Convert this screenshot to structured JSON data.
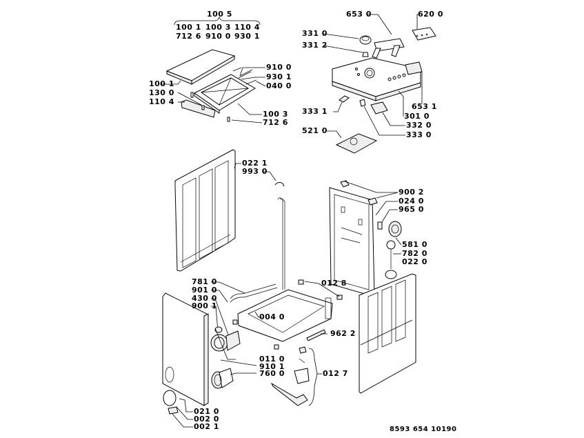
{
  "diagram": {
    "title": "Washing machine exploded parts view",
    "group_header": {
      "label": "100 5",
      "row1": [
        "100 1",
        "100 3",
        "110 4"
      ],
      "row2": [
        "712 6",
        "910 0",
        "930 1"
      ]
    },
    "top_lid_group": {
      "labels": {
        "p9100": "910 0",
        "p9301": "930 1",
        "p0400": "040 0",
        "p1001": "100 1",
        "p1300": "130 0",
        "p1104": "110 4",
        "p1003": "100 3",
        "p7126": "712 6"
      }
    },
    "control_panel_group": {
      "labels": {
        "p6530": "653 0",
        "p6200": "620 0",
        "p3310": "331 0",
        "p3312": "331 2",
        "p6531": "653 1",
        "p3010": "301 0",
        "p3331": "333 1",
        "p3320": "332 0",
        "p3330": "333 0",
        "p5210": "521 0"
      }
    },
    "side_panel_group": {
      "labels": {
        "p0221": "022 1",
        "p9930": "993 0"
      }
    },
    "rear_panel_group": {
      "labels": {
        "p9002": "900 2",
        "p0240": "024 0",
        "p9650": "965 0",
        "p5810": "581 0",
        "p7820": "782 0",
        "p0220": "022 0"
      }
    },
    "base_group": {
      "labels": {
        "p7810": "781 0",
        "p9010": "901 0",
        "p4300": "430 0",
        "p9001": "900 1",
        "p0128": "012 8",
        "p0040": "004 0",
        "p9622": "962 2",
        "p0110": "011 0",
        "p9101": "910 1",
        "p7600": "760 0",
        "p0127": "012 7",
        "p0210": "021 0",
        "p0020": "002 0",
        "p0021": "002 1"
      }
    },
    "drawing_number": "8593 654 10190"
  }
}
